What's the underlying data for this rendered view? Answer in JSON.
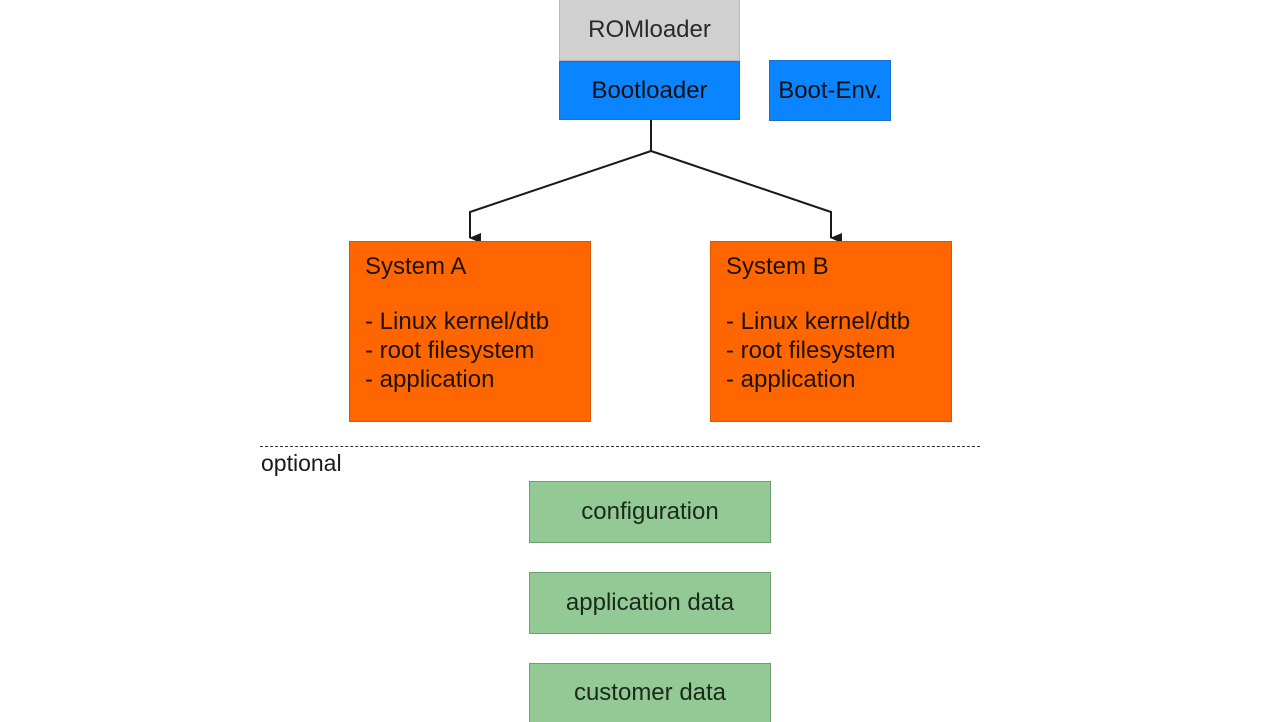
{
  "diagram": {
    "rom_label": "ROMloader",
    "boot_label": "Bootloader",
    "bootenv_label": "Boot-Env.",
    "system_a": {
      "title": "System A",
      "items": [
        "- Linux kernel/dtb",
        "- root filesystem",
        "- application"
      ]
    },
    "system_b": {
      "title": "System B",
      "items": [
        "- Linux kernel/dtb",
        "- root filesystem",
        "- application"
      ]
    },
    "optional_label": "optional",
    "optional_boxes": [
      "configuration",
      "application data",
      "customer data"
    ]
  },
  "colors": {
    "rom": "#d0d0d0",
    "boot": "#0a84ff",
    "system": "#ff6600",
    "optional": "#93c995",
    "line": "#1a1a1a"
  }
}
